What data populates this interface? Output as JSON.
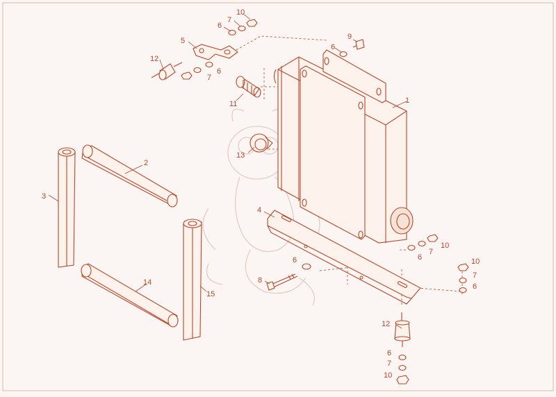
{
  "diagram": {
    "callouts": {
      "c1": "1",
      "c2": "2",
      "c3": "3",
      "c4": "4",
      "c5": "5",
      "c6a": "6",
      "c6b": "6",
      "c6c": "6",
      "c6d": "6",
      "c6e": "6",
      "c6f": "6",
      "c6g": "6",
      "c7a": "7",
      "c7b": "7",
      "c7c": "7",
      "c7d": "7",
      "c7e": "7",
      "c8": "8",
      "c9": "9",
      "c10a": "10",
      "c10b": "10",
      "c10c": "10",
      "c10d": "10",
      "c11": "11",
      "c12a": "12",
      "c12b": "12",
      "c13": "13",
      "c14": "14",
      "c15": "15"
    },
    "colors": {
      "line": "#b5472a",
      "background": "#fbf6f3",
      "part_fill": "#fdf3ec",
      "watermark": "#e4cdc2"
    }
  }
}
